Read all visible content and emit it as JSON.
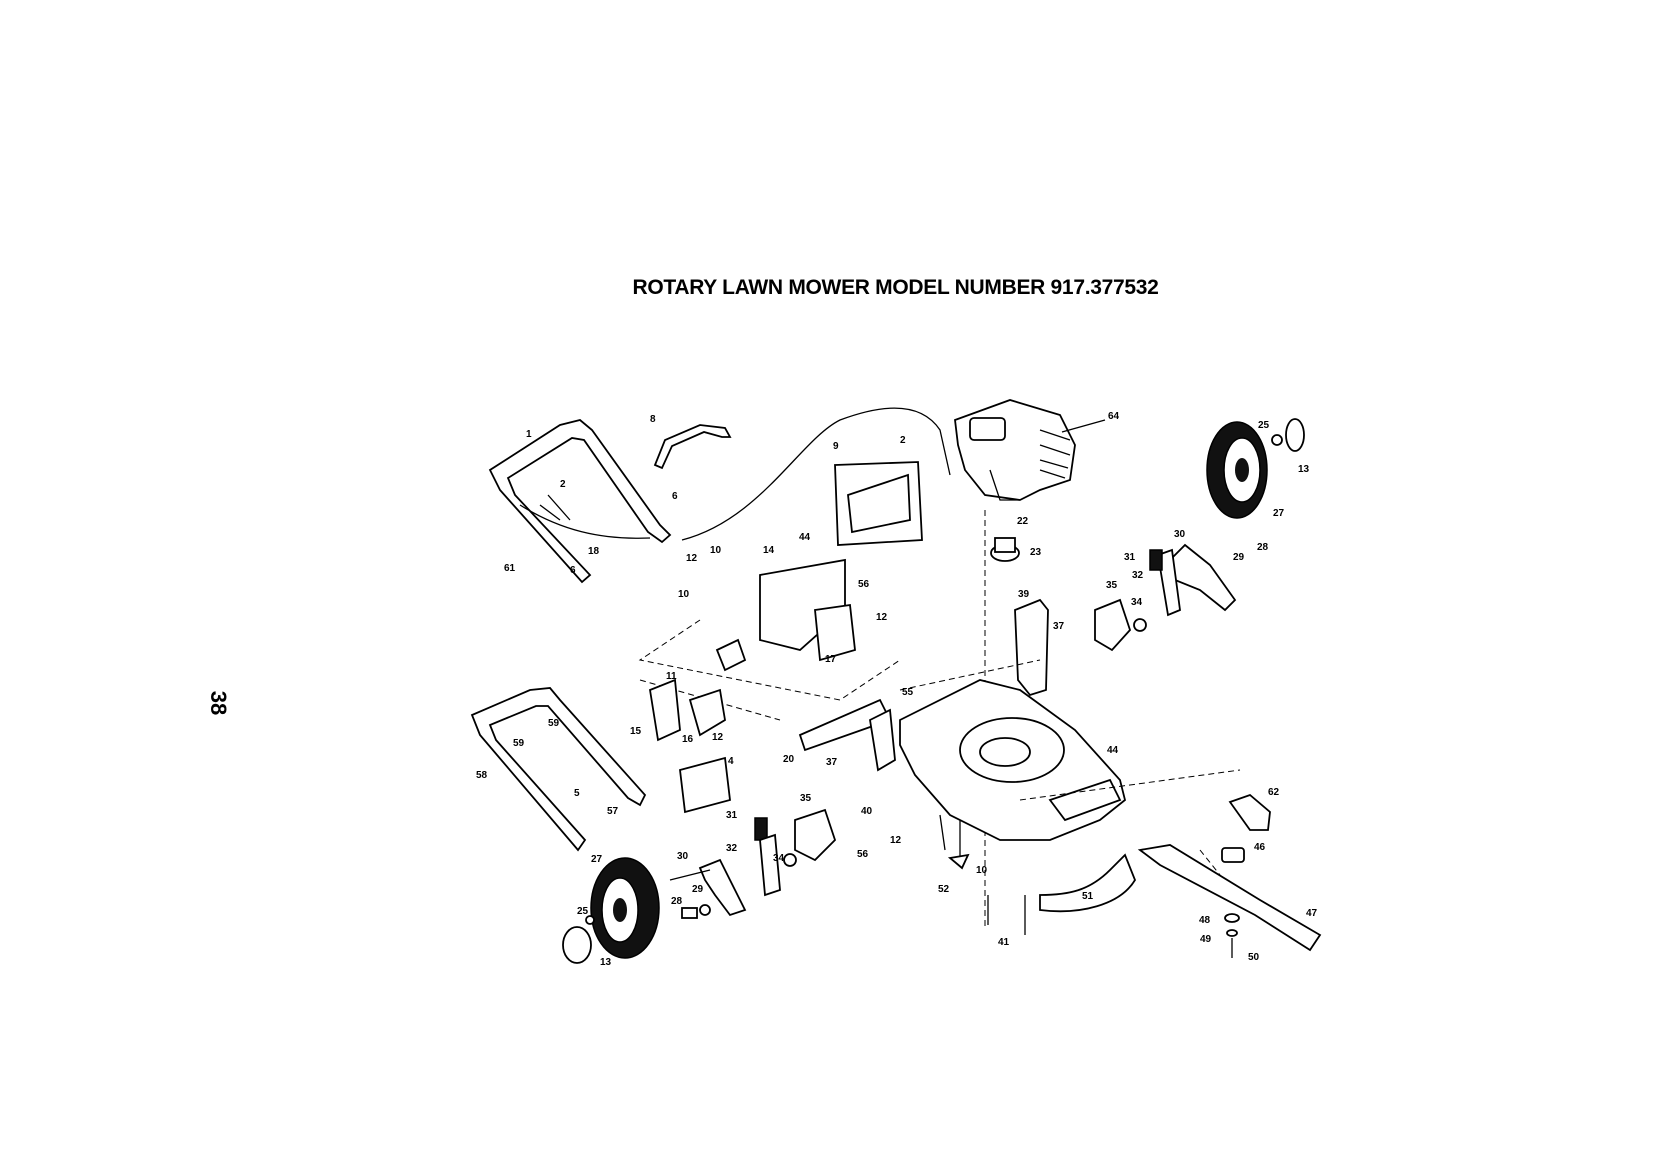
{
  "title": "ROTARY LAWN MOWER MODEL NUMBER 917.377532",
  "page_number": "38",
  "labels": [
    "1",
    "2",
    "2",
    "4",
    "5",
    "6",
    "6",
    "8",
    "9",
    "10",
    "10",
    "10",
    "11",
    "12",
    "12",
    "12",
    "12",
    "13",
    "13",
    "14",
    "15",
    "16",
    "17",
    "18",
    "20",
    "22",
    "23",
    "25",
    "25",
    "27",
    "27",
    "28",
    "28",
    "29",
    "29",
    "30",
    "30",
    "31",
    "31",
    "32",
    "32",
    "34",
    "34",
    "35",
    "35",
    "37",
    "37",
    "39",
    "40",
    "41",
    "44",
    "44",
    "46",
    "47",
    "48",
    "49",
    "50",
    "51",
    "52",
    "55",
    "56",
    "56",
    "57",
    "58",
    "59",
    "59",
    "61",
    "62",
    "64"
  ]
}
